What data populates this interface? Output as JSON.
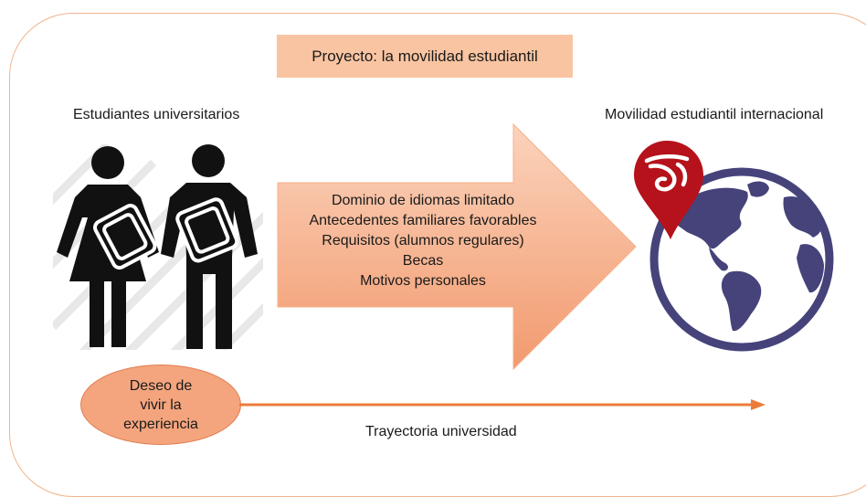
{
  "title": "Proyecto: la movilidad estudiantil",
  "left_label": "Estudiantes universitarios",
  "right_label": "Movilidad estudiantil internacional",
  "factors": [
    "Dominio de idiomas limitado",
    "Antecedentes familiares favorables",
    "Requisitos (alumnos regulares)",
    "Becas",
    "Motivos personales"
  ],
  "desire_lines": [
    "Deseo de",
    "vivir la",
    "experiencia"
  ],
  "timeline_label": "Trayectoria universidad",
  "colors": {
    "title_box": "#f9c4a1",
    "arrow_light": "#fbd3bc",
    "arrow_dark": "#f29a6e",
    "frame_border": "#f0b58c",
    "oval_fill": "#f4a57e",
    "timeline": "#ec7c3a",
    "globe_ocean": "#ffffff",
    "globe_land": "#45437a",
    "pin": "#b5121b"
  },
  "icons": [
    "students-icon",
    "globe-icon",
    "map-pin-icon"
  ]
}
